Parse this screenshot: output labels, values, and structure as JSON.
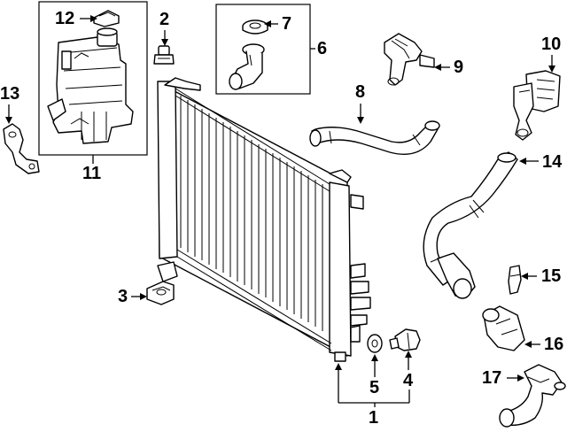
{
  "callouts": {
    "c1": "1",
    "c2": "2",
    "c3": "3",
    "c4": "4",
    "c5": "5",
    "c6": "6",
    "c7": "7",
    "c8": "8",
    "c9": "9",
    "c10": "10",
    "c11": "11",
    "c12": "12",
    "c13": "13",
    "c14": "14",
    "c15": "15",
    "c16": "16",
    "c17": "17"
  },
  "colors": {
    "line": "#000000",
    "fill": "#ffffff"
  }
}
